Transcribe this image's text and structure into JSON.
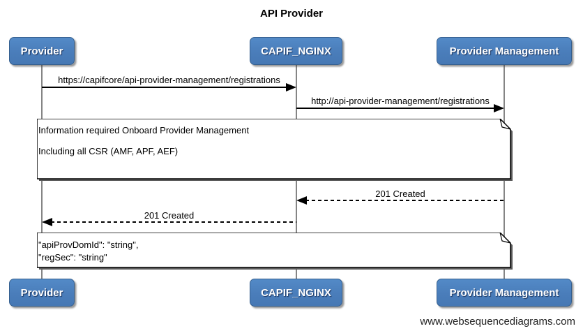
{
  "title": "API Provider",
  "watermark": "www.websequencediagrams.com",
  "actors": [
    {
      "id": "provider",
      "label": "Provider"
    },
    {
      "id": "capif-nginx",
      "label": "CAPIF_NGINX"
    },
    {
      "id": "provider-management",
      "label": "Provider Management"
    }
  ],
  "messages": [
    {
      "from": "Provider",
      "to": "CAPIF_NGINX",
      "style": "solid",
      "label": "https://capifcore/api-provider-management/registrations"
    },
    {
      "from": "CAPIF_NGINX",
      "to": "Provider Management",
      "style": "solid",
      "label": "http://api-provider-management/registrations"
    },
    {
      "from": "Provider Management",
      "to": "CAPIF_NGINX",
      "style": "dashed",
      "label": "201 Created"
    },
    {
      "from": "CAPIF_NGINX",
      "to": "Provider",
      "style": "dashed",
      "label": "201 Created"
    }
  ],
  "notes": [
    {
      "text": "Information required Onboard Provider Management\n\nIncluding all CSR (AMF, APF, AEF)"
    },
    {
      "text": "\"apiProvDomId\": \"string\",\n\"regSec\": \"string\""
    }
  ],
  "colors": {
    "actor_fill": "#4a7dba",
    "actor_border": "#36608f",
    "lifeline": "#858585",
    "note_fill": "#ffffff",
    "message_line": "#000000",
    "background": "#ffffff"
  }
}
